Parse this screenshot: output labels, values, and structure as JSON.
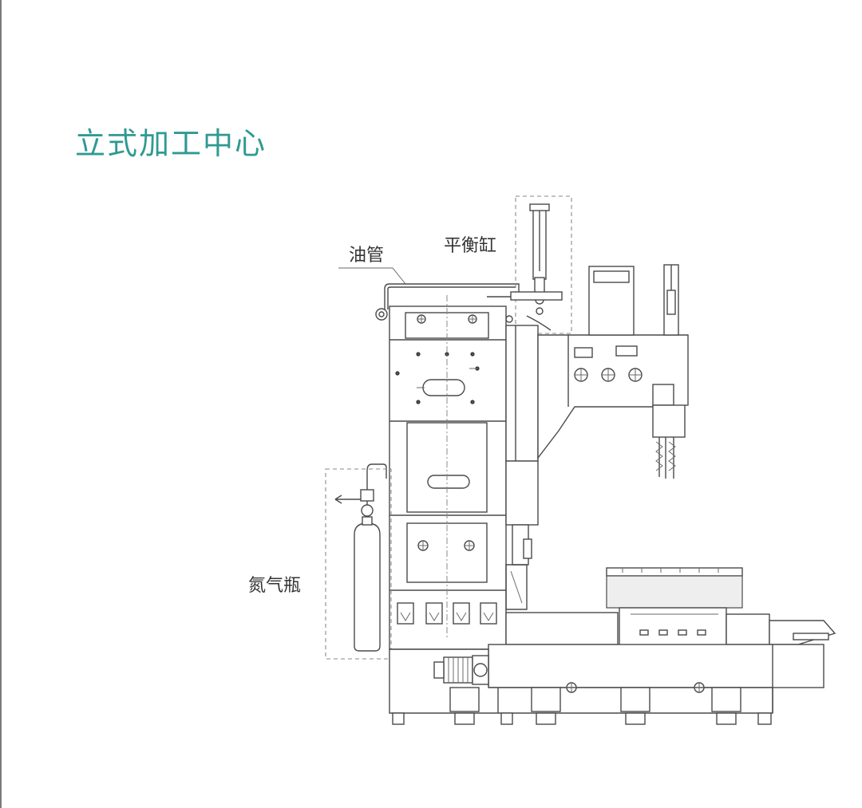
{
  "title": "立式加工中心",
  "callouts": {
    "oil_pipe": "油管",
    "balance_cylinder": "平衡缸",
    "nitrogen_bottle": "氮气瓶"
  },
  "colors": {
    "title": "#2f9a92",
    "line": "#4a4a4a",
    "label": "#333333"
  }
}
